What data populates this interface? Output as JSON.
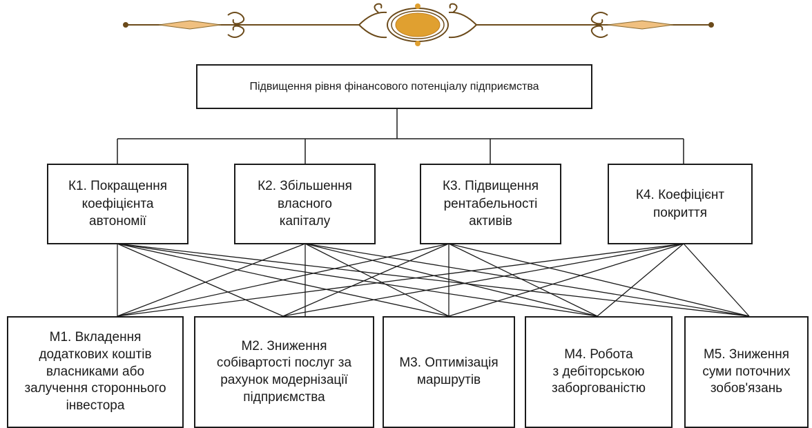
{
  "goal": {
    "label": "Підвищення рівня фінансового потенціалу підприємства"
  },
  "criteria": [
    {
      "label": "К1. Покращення\nкоефіцієнта\nавтономії"
    },
    {
      "label": "К2. Збільшення\nвласного\nкапіталу"
    },
    {
      "label": "К3. Підвищення\nрентабельності\nактивів"
    },
    {
      "label": "К4. Коефіцієнт\nпокриття"
    }
  ],
  "measures": [
    {
      "label": "М1. Вкладення\nдодаткових коштів\nвласниками або\nзалучення стороннього\nінвестора"
    },
    {
      "label": "М2. Зниження\nсобівартості послуг за\nрахунок модернізації\nпідприємства"
    },
    {
      "label": "М3. Оптимізація\nмаршрутів"
    },
    {
      "label": "М4. Робота\nз дебіторською\nзаборгованістю"
    },
    {
      "label": "М5. Зниження\nсуми поточних\nзобов'язань"
    }
  ],
  "colors": {
    "ornament_gold": "#e0a030",
    "ornament_brown": "#6b4a1a",
    "line": "#1a1a1a"
  }
}
